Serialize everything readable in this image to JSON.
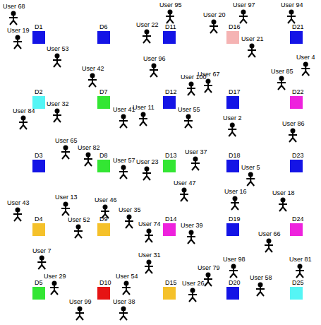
{
  "diagram": {
    "nodes": [
      {
        "text": [
          "D1"
        ]
      },
      {
        "text": [
          "D6"
        ]
      },
      {
        "text": [
          "D11"
        ]
      },
      {
        "text": [
          "D16"
        ]
      },
      {
        "text": [
          "D21"
        ]
      },
      {
        "text": [
          "D2"
        ]
      },
      {
        "text": [
          "D7"
        ]
      },
      {
        "text": [
          "D12"
        ]
      },
      {
        "text": [
          "D17"
        ]
      },
      {
        "text": [
          "D22"
        ]
      },
      {
        "text": [
          "D3"
        ]
      },
      {
        "text": [
          "D8"
        ]
      },
      {
        "text": [
          "D13"
        ]
      },
      {
        "text": [
          "D18"
        ]
      },
      {
        "text": [
          "D23"
        ]
      },
      {
        "text": [
          "D4"
        ]
      },
      {
        "text": [
          "D9"
        ]
      },
      {
        "text": [
          "D14"
        ]
      },
      {
        "text": [
          "D19"
        ]
      },
      {
        "text": [
          "D24"
        ]
      },
      {
        "text": [
          "D5"
        ]
      },
      {
        "text": [
          "D10"
        ]
      },
      {
        "text": [
          "D15"
        ]
      },
      {
        "text": [
          "D20"
        ]
      },
      {
        "text": [
          "D25"
        ]
      }
    ],
    "labels": [
      "User 68",
      "User 95",
      "User 97",
      "User 94",
      "User 20",
      "User 22",
      "User 19",
      "User 21",
      "User 53",
      "User 4",
      "User 96",
      "User 42",
      "User 85",
      "User 67",
      "User 100",
      "User 32",
      "User 11",
      "User 41",
      "User 55",
      "User 84",
      "User 2",
      "User 86",
      "User 65",
      "User 82",
      "User 37",
      "User 57",
      "User 23",
      "User 5",
      "User 47",
      "User 16",
      "User 18",
      "User 46",
      "User 13",
      "User 43",
      "User 35",
      "User 52",
      "User 74",
      "User 39",
      "User 66",
      "User 7",
      "User 31",
      "User 98",
      "User 81",
      "User 79",
      "User 29",
      "User 54",
      "User 58",
      "User 26",
      "User 99",
      "User 38"
    ]
  }
}
